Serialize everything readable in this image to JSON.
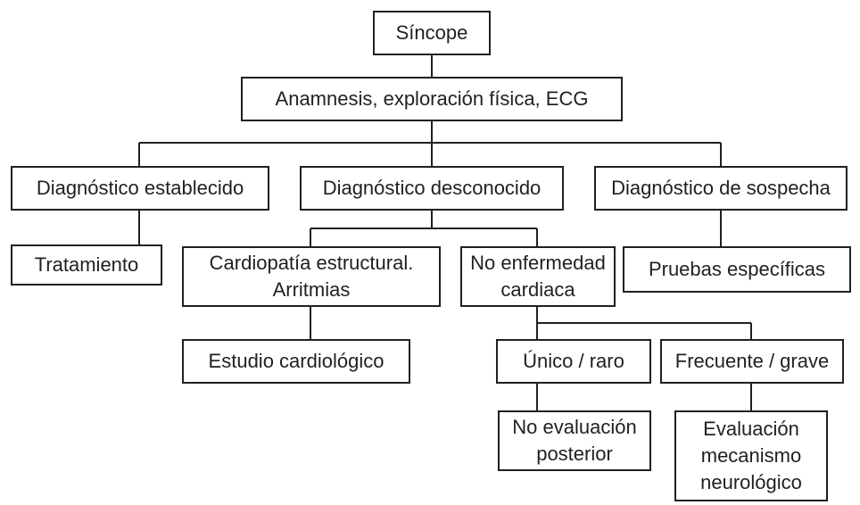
{
  "diagram": {
    "type": "flowchart",
    "line_color": "#231f20",
    "nodes": {
      "sincope": "Síncope",
      "anamnesis": "Anamnesis, exploración física, ECG",
      "establecido": "Diagnóstico establecido",
      "desconocido": "Diagnóstico desconocido",
      "sospecha": "Diagnóstico de sospecha",
      "tratamiento": "Tratamiento",
      "cardiopatia": "Cardiopatía estructural.\nArritmias",
      "no_enfermedad": "No enfermedad\ncardiaca",
      "pruebas": "Pruebas específicas",
      "estudio": "Estudio cardiológico",
      "unico": "Único / raro",
      "frecuente": "Frecuente / grave",
      "no_evaluacion": "No evaluación\nposterior",
      "evaluacion": "Evaluación\nmecanismo\nneurológico"
    },
    "edges": [
      [
        "sincope",
        "anamnesis"
      ],
      [
        "anamnesis",
        "establecido"
      ],
      [
        "anamnesis",
        "desconocido"
      ],
      [
        "anamnesis",
        "sospecha"
      ],
      [
        "establecido",
        "tratamiento"
      ],
      [
        "desconocido",
        "cardiopatia"
      ],
      [
        "desconocido",
        "no_enfermedad"
      ],
      [
        "sospecha",
        "pruebas"
      ],
      [
        "cardiopatia",
        "estudio"
      ],
      [
        "no_enfermedad",
        "unico"
      ],
      [
        "no_enfermedad",
        "frecuente"
      ],
      [
        "unico",
        "no_evaluacion"
      ],
      [
        "frecuente",
        "evaluacion"
      ]
    ]
  }
}
